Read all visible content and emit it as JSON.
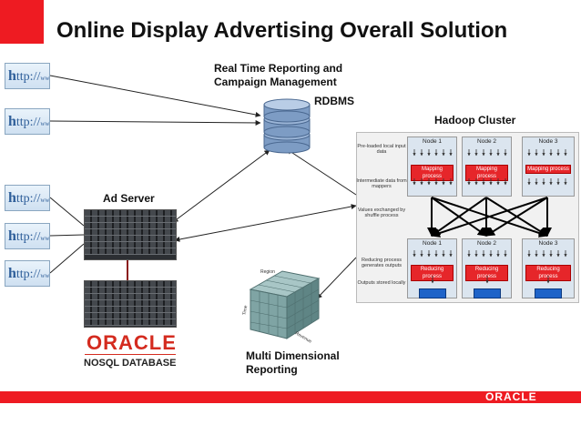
{
  "slide": {
    "title": "Online Display Advertising Overall Solution"
  },
  "labels": {
    "realtime_line1": "Real Time Reporting and",
    "realtime_line2": "Campaign Management",
    "rdbms": "RDBMS",
    "hadoop": "Hadoop Cluster",
    "ad_server": "Ad Server",
    "multi_line1": "Multi Dimensional",
    "multi_line2": "Reporting"
  },
  "http_sources": [
    {
      "prefix": "h",
      "rest": "ttp://",
      "tail": "ww"
    },
    {
      "prefix": "h",
      "rest": "ttp://",
      "tail": "ww"
    },
    {
      "prefix": "h",
      "rest": "ttp://",
      "tail": "ww"
    },
    {
      "prefix": "h",
      "rest": "ttp://",
      "tail": "ww"
    },
    {
      "prefix": "h",
      "rest": "ttp://",
      "tail": "ww"
    }
  ],
  "oracle": {
    "logo": "ORACLE",
    "subtitle": "NOSQL DATABASE"
  },
  "cube": {
    "region": "Region",
    "time": "Time",
    "revenue": "Revenue"
  },
  "hadoop_steps": {
    "preloaded": "Pre-loaded local input data",
    "intermediate": "Intermediate data from mappers",
    "shuffle": "Values exchanged by shuffle process",
    "reducing": "Reducing process generates outputs",
    "outputs": "Outputs stored locally"
  },
  "hadoop_nodes_top": [
    {
      "title": "Node 1",
      "process": "Mapping process"
    },
    {
      "title": "Node 2",
      "process": "Mapping process"
    },
    {
      "title": "Node 3",
      "process": "Mapping process"
    }
  ],
  "hadoop_nodes_bottom": [
    {
      "title": "Node 1",
      "process": "Reducing process"
    },
    {
      "title": "Node 2",
      "process": "Reducing process"
    },
    {
      "title": "Node 3",
      "process": "Reducing process"
    }
  ],
  "footer": {
    "logo": "ORACLE"
  },
  "colors": {
    "brand_red": "#ee1b22",
    "db_blue": "#6f8fb8"
  }
}
